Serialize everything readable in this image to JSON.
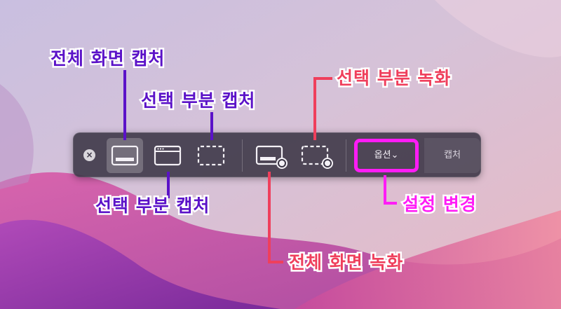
{
  "toolbar": {
    "close_icon_glyph": "×",
    "options_label": "옵션⌄",
    "capture_label": "캡처"
  },
  "annotations": {
    "full_screen_capture": "전체 화면 캡처",
    "selected_portion_capture_top": "선택 부분 캡처",
    "selected_portion_capture_bottom": "선택 부분 캡처",
    "selected_portion_record": "선택 부분 녹화",
    "full_screen_record": "전체 화면 녹화",
    "settings_change": "설정 변경"
  },
  "colors": {
    "annotation_purple": "#5b12c8",
    "annotation_red": "#ef3f5c",
    "annotation_magenta": "#ff1cf6",
    "toolbar_bg": "#3a3444"
  },
  "icons": [
    "close-icon",
    "screen-capture-icon",
    "window-capture-icon",
    "portion-capture-icon",
    "screen-record-icon",
    "portion-record-icon",
    "chevron-down-icon"
  ]
}
